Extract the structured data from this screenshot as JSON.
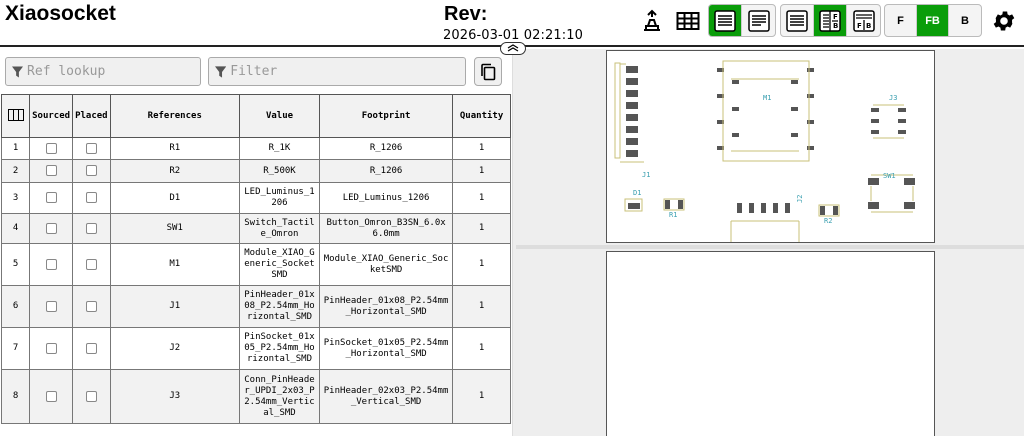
{
  "app": {
    "title": "Xiaosocket",
    "rev_label": "Rev:",
    "rev_date": "2026-03-01 02:21:10"
  },
  "toolbar": {
    "icons": [
      "dark-mode-icon",
      "grid-icon",
      "bom-left-right-icon",
      "bom-top-bottom-icon",
      "bom-only-icon",
      "front-back-split-icon",
      "front-back-combined-icon",
      "settings-icon"
    ],
    "layers": {
      "front": "F",
      "front_back": "FB",
      "back": "B",
      "selected": "FB"
    },
    "accent": "#0a9d0a"
  },
  "search": {
    "ref_placeholder": "Ref lookup",
    "filter_placeholder": "Filter"
  },
  "table": {
    "headers": {
      "sourced": "Sourced",
      "placed": "Placed",
      "references": "References",
      "value": "Value",
      "footprint": "Footprint",
      "quantity": "Quantity"
    },
    "rows": [
      {
        "num": "1",
        "ref": "R1",
        "value": "R_1K",
        "footprint": "R_1206",
        "qty": "1"
      },
      {
        "num": "2",
        "ref": "R2",
        "value": "R_500K",
        "footprint": "R_1206",
        "qty": "1"
      },
      {
        "num": "3",
        "ref": "D1",
        "value": "LED_Luminus_1206",
        "footprint": "LED_Luminus_1206",
        "qty": "1"
      },
      {
        "num": "4",
        "ref": "SW1",
        "value": "Switch_Tactile_Omron",
        "footprint": "Button_Omron_B3SN_6.0x6.0mm",
        "qty": "1"
      },
      {
        "num": "5",
        "ref": "M1",
        "value": "Module_XIAO_Generic_SocketSMD",
        "footprint": "Module_XIAO_Generic_SocketSMD",
        "qty": "1"
      },
      {
        "num": "6",
        "ref": "J1",
        "value": "PinHeader_01x08_P2.54mm_Horizontal_SMD",
        "footprint": "PinHeader_01x08_P2.54mm_Horizontal_SMD",
        "qty": "1"
      },
      {
        "num": "7",
        "ref": "J2",
        "value": "PinSocket_01x05_P2.54mm_Horizontal_SMD",
        "footprint": "PinSocket_01x05_P2.54mm_Horizontal_SMD",
        "qty": "1"
      },
      {
        "num": "8",
        "ref": "J3",
        "value": "Conn_PinHeader_UPDI_2x03_P2.54mm_Vertical_SMD",
        "footprint": "PinHeader_02x03_P2.54mm_Vertical_SMD",
        "qty": "1"
      }
    ]
  },
  "pcb_labels": {
    "j1": "J1",
    "d1": "D1",
    "r1": "R1",
    "m1": "M1",
    "j2": "J2",
    "r2": "R2",
    "j3": "J3",
    "sw1": "SW1"
  }
}
